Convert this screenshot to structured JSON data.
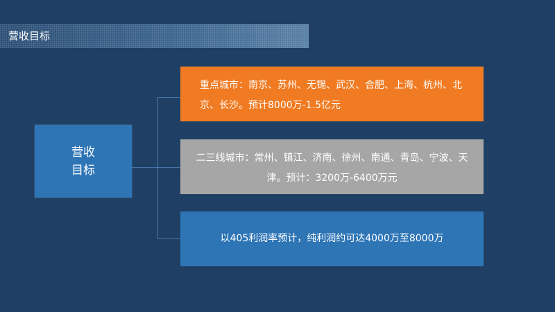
{
  "slide": {
    "title": "营收目标",
    "center_box": {
      "line1": "营收",
      "line2": "目标"
    },
    "branches": [
      {
        "text": "重点城市：南京、苏州、无锡、武汉、合肥、上海、杭州、北京、长沙。预计8000万-1.5亿元",
        "color": "#f07b22"
      },
      {
        "text": "二三线城市：常州、镇江、济南、徐州、南通、青岛、宁波、天津。预计：3200万-6400万元",
        "color": "#a6a6a6"
      },
      {
        "text": "以405利润率预计，纯利润约可达4000万至8000万",
        "color": "#2e75b6"
      }
    ]
  },
  "colors": {
    "background": "#1f4064",
    "center_box": "#2e75b6",
    "connector": "#4a75a8"
  }
}
